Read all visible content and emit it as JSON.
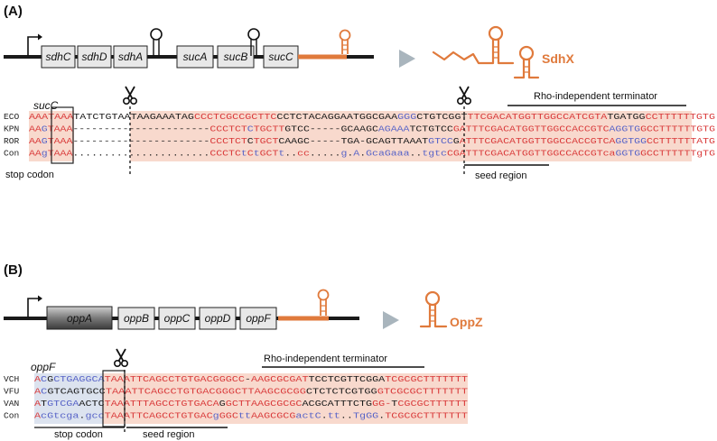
{
  "panelA": {
    "label": "(A)",
    "genes": [
      "sdhC",
      "sdhD",
      "sdhA",
      "sucA",
      "sucB",
      "sucC"
    ],
    "rna_name": "SdhX",
    "last_gene_label": "sucC",
    "terminator_label": "Rho-independent terminator",
    "stop_codon_label": "stop codon",
    "seed_label": "seed region",
    "rows": [
      {
        "org": "ECO",
        "seq": "AAATAAATATCTGTAATAAGAAATAGCCCTCGCCGCTTCCCTCTACAGGAATGGCGAAGGGCTGTCGGTTTCGACATGGTTGGCCATCGTATGATGGCCTTTTTTGTG",
        "cols": "RRRRRRRBBBBBBBBBBBBBBBBBBBRRRRRRRRRRRRRBBBBBBBBBBBBBBBBBBBLLLBBBBBBBBRRRRRRRRRRRRRRRRRRRRRRBBBBBBRRRRRRRRRRRRRLL"
      },
      {
        "org": "KPN",
        "seq": "AAGTAAA----------------------CCCTCTCTGCTTGTCC-----GCAAGCAGAAATCTGTCCGATTTCGACATGGTTGGCCACCGTCAGGTGGCCTTTTTTGTG",
        "cols": "RRLRRRR----------------------RRRRRRLRRRRRBBBB-----BBBBBBLLLLLBBBBBBBRRRRRRRRRRRRRRRRRRRRRRRRRLLLLLRRRRRRRRRRRRRLL"
      },
      {
        "org": "ROR",
        "seq": "AAGTAAA----------------------CCCTCTCTGCTCAAGC-----TGA-GCAGTTAAATGTCCGATTTCGACATGGTTGGCCACCGTCAGGTGGCCTTTTTTATG",
        "cols": "RRLRRRR----------------------RRRRRRBRRRRBBBBB-----BBB-BBBBBBBBBBLLLLBRRRRRRRRRRRRRRRRRRRRRRRRRLLLLLRRRRRRRRRRRRRBB"
      },
      {
        "org": "Con",
        "seq": "AAgTAAA......................CCCTCtCtGCTt..cc.....g.A.GcaGaaa..tgtcCGATTTCGACATGGTTGGCCACCGTcaGGTGGCCTTTTTTgTG",
        "cols": "RRLRRRR......................RRRRRLRLRRRL..RR.....L.L.LLLLLLL..LLLLRRRRRRRRRRRRRRRRRRRRRRRRRRRLLLLRRRRRRRRRRRRRLLL"
      }
    ]
  },
  "panelB": {
    "label": "(B)",
    "genes": [
      "oppA",
      "oppB",
      "oppC",
      "oppD",
      "oppF"
    ],
    "rna_name": "OppZ",
    "last_gene_label": "oppF",
    "terminator_label": "Rho-independent terminator",
    "stop_codon_label": "stop codon",
    "seed_label": "seed region",
    "rows": [
      {
        "org": "VCH",
        "seq": "ACGCTGAGGCATAAATTCAGCCTGTGACGGGCC-AAGCGCGATTCCTCGTTCGGATCGCGCTTTTTTT",
        "cols": "RLBLLLLLLLLRRRRRRRRRRRRRRRRRRRRRR-RRRRRRRRRBBBBBBBBBBBBRRRRRRRRRRRRRR"
      },
      {
        "org": "VFU",
        "seq": "ACGTCAGTGCCTAAATTCAGCCTGTGACGGGCTTAAGCGCGGCTCTCTCGTGGGTCGCGCTTTTTTT",
        "cols": "RLBBBBBBBBBRRRRRRRRRRRRRRRRRRRRRRRRRRRRRRRBBBBBBBBBBBRRRRRRRRRRRRRR"
      },
      {
        "org": "VAN",
        "seq": "ATGTCGAACTCTAAATTTAGCCTGTGACAGGCTTAAGCGCGCACGCATTTCTGGG-TCGCGCTTTTTT",
        "cols": "RBLLLLLBBBBRRRRRRRRRRRRRRRRRRBRRRRRRRRRRRRBBBBBBBBBBBRRR-RRRRRRRRRRRR"
      },
      {
        "org": "Con",
        "seq": "AcGtcga.gccTAAATTCAGCCTGTGACgGGCttAAGCGCGactC.tt..TgGG.TCGCGCTTTTTTT",
        "cols": "RLLLLLL.LLLRRRRRRRRRRRRRRRRRLRRRLLRRRRRRRLLLL.LL..LLLL.RRRRRRRRRRRRRR"
      }
    ]
  },
  "colors": {
    "terminator_orange": "#e07a3c",
    "sequence_red": "#d93a3a",
    "sequence_blue": "#5763c7",
    "shade_pink": "#f8d9cd",
    "shade_blue": "#dce3ef",
    "gene_fill": "#e8e8e8",
    "arrow_grey": "#a9b5bd"
  },
  "icons": [
    "promoter-arrow-icon",
    "terminator-hairpin-icon",
    "scissors-icon",
    "play-arrow-icon",
    "sRNA-structure-icon"
  ]
}
